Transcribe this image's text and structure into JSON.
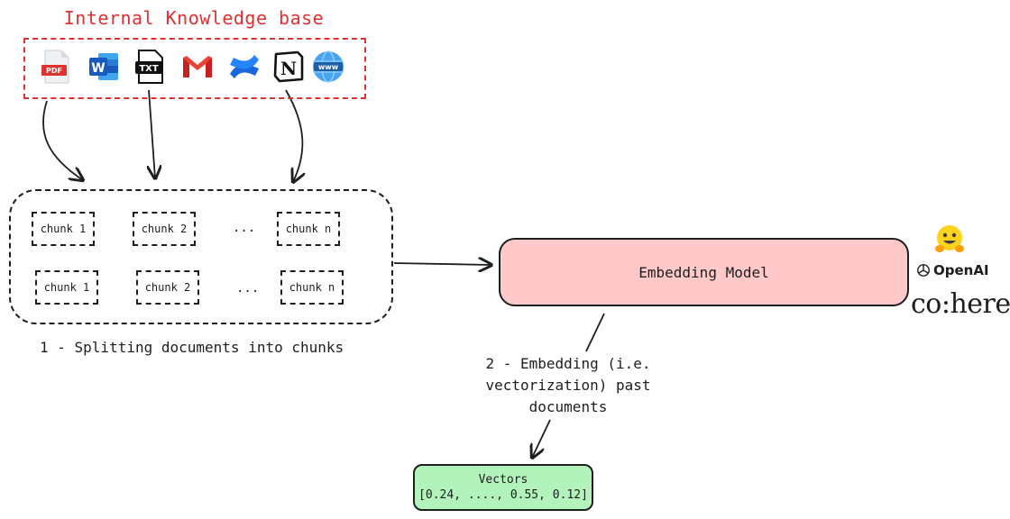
{
  "knowledge_base": {
    "title": "Internal Knowledge base",
    "icons": [
      {
        "name": "pdf-icon",
        "label": "PDF"
      },
      {
        "name": "word-icon",
        "label": "W"
      },
      {
        "name": "txt-icon",
        "label": "TXT"
      },
      {
        "name": "gmail-icon",
        "label": "M"
      },
      {
        "name": "confluence-icon",
        "label": ""
      },
      {
        "name": "notion-icon",
        "label": "N"
      },
      {
        "name": "web-icon",
        "label": "www"
      }
    ]
  },
  "chunks": {
    "row1": [
      "chunk 1",
      "chunk 2",
      "...",
      "chunk n"
    ],
    "row2": [
      "chunk 1",
      "chunk 2",
      "...",
      "chunk n"
    ],
    "caption": "1 - Splitting documents into chunks"
  },
  "embedding_model": {
    "label": "Embedding Model",
    "providers": {
      "openai": "OpenAI",
      "cohere": "co:here",
      "huggingface_icon": "hugging-face-emoji"
    }
  },
  "step2": {
    "lines": [
      "2 - Embedding (i.e.",
      "vectorization) past",
      "documents"
    ]
  },
  "vectors": {
    "title": "Vectors",
    "values": "[0.24, ...., 0.55, 0.12]"
  },
  "colors": {
    "kb_accent": "#e03131",
    "model_fill": "#ffc9c9",
    "vectors_fill": "#b2f2bb",
    "stroke": "#1e1e1e"
  }
}
